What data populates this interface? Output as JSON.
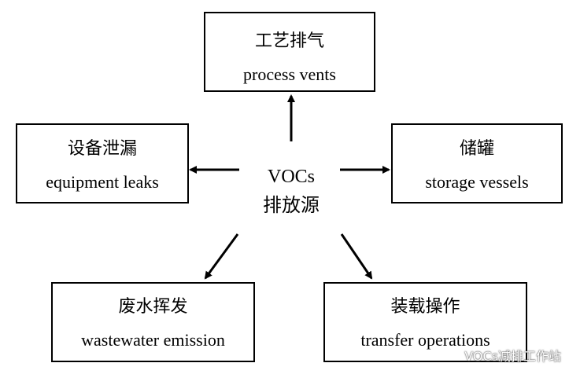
{
  "center": {
    "en": "VOCs",
    "cn": "排放源"
  },
  "sources": {
    "top": {
      "cn": "工艺排气",
      "en": "process vents"
    },
    "left": {
      "cn": "设备泄漏",
      "en": "equipment leaks"
    },
    "right": {
      "cn": "储罐",
      "en": "storage vessels"
    },
    "bottom_left": {
      "cn": "废水挥发",
      "en": "wastewater emission"
    },
    "bottom_right": {
      "cn": "装载操作",
      "en": "transfer operations"
    }
  },
  "watermark": {
    "text": "VOCs减排工作站",
    "icon": "wechat-icon"
  }
}
